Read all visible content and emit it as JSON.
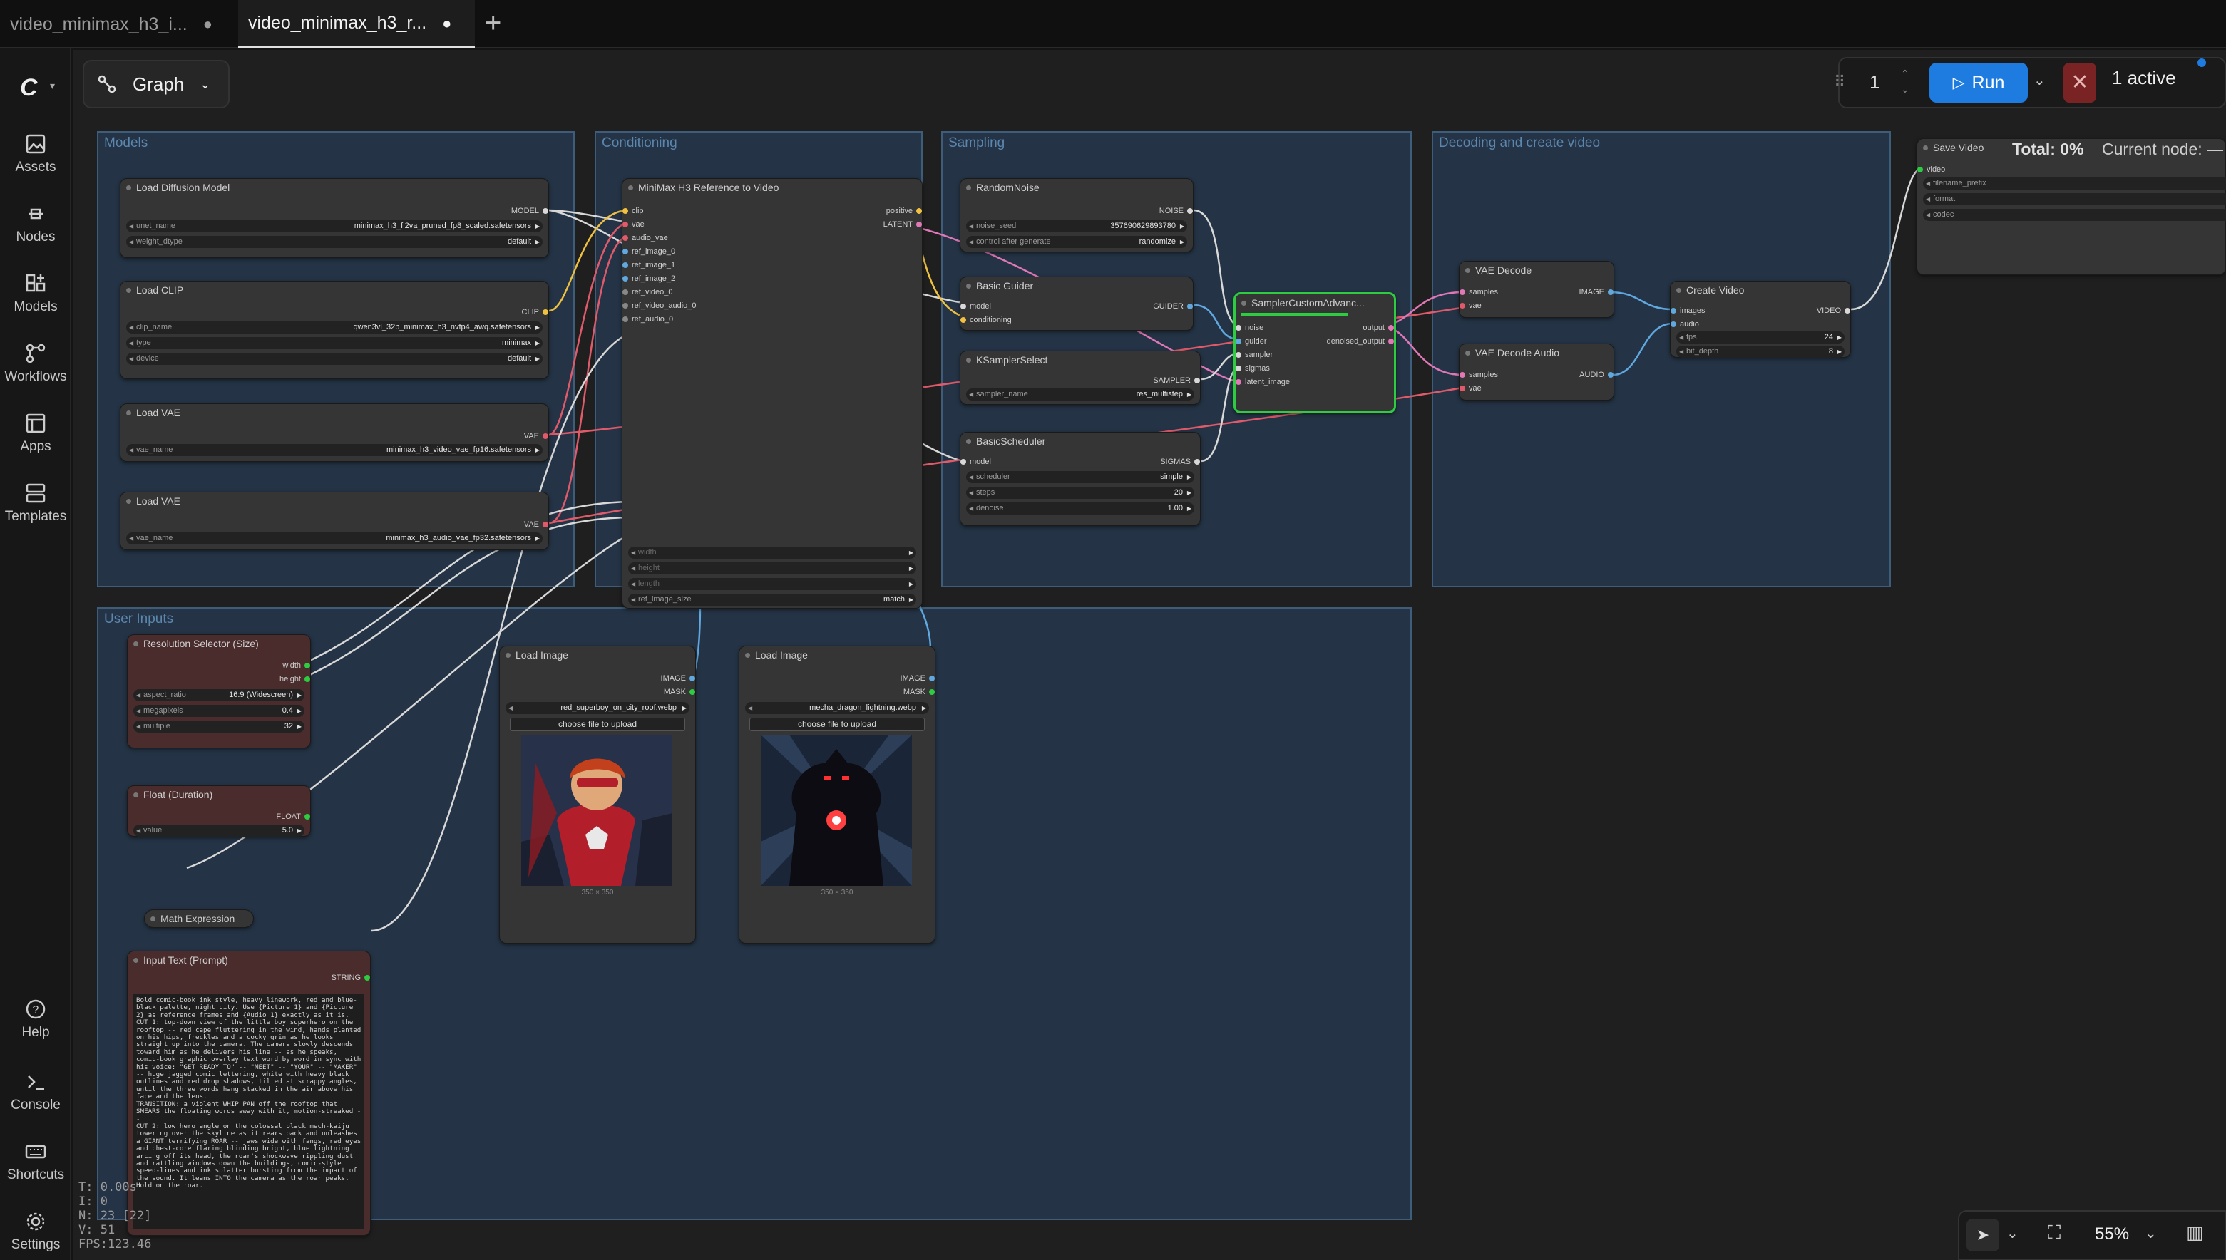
{
  "tabs": [
    {
      "label": "video_minimax_h3_i...",
      "dot": "●"
    },
    {
      "label": "video_minimax_h3_r...",
      "dot": "●"
    }
  ],
  "toolbar": {
    "graph_label": "Graph",
    "run_count": "1",
    "run_label": "Run",
    "active_label": "1 active",
    "total": "Total: 0%",
    "current_node": "Current node: —"
  },
  "sidebar": {
    "items": [
      "Assets",
      "Nodes",
      "Models",
      "Workflows",
      "Apps",
      "Templates",
      "Help",
      "Console",
      "Shortcuts",
      "Settings"
    ]
  },
  "groups": {
    "models": "Models",
    "conditioning": "Conditioning",
    "sampling": "Sampling",
    "decoding": "Decoding and create video",
    "inputs": "User Inputs"
  },
  "nodes": {
    "load_diffusion": {
      "title": "Load Diffusion Model",
      "out": "MODEL",
      "w1l": "unet_name",
      "w1v": "minimax_h3_fl2va_pruned_fp8_scaled.safetensors",
      "w2l": "weight_dtype",
      "w2v": "default"
    },
    "load_clip": {
      "title": "Load CLIP",
      "out": "CLIP",
      "w1l": "clip_name",
      "w1v": "qwen3vl_32b_minimax_h3_nvfp4_awq.safetensors",
      "w2l": "type",
      "w2v": "minimax",
      "w3l": "device",
      "w3v": "default"
    },
    "load_vae1": {
      "title": "Load VAE",
      "out": "VAE",
      "w1l": "vae_name",
      "w1v": "minimax_h3_video_vae_fp16.safetensors"
    },
    "load_vae2": {
      "title": "Load VAE",
      "out": "VAE",
      "w1l": "vae_name",
      "w1v": "minimax_h3_audio_vae_fp32.safetensors"
    },
    "minimax": {
      "title": "MiniMax H3 Reference to Video",
      "inputs": [
        "clip",
        "vae",
        "audio_vae",
        "ref_image_0",
        "ref_image_1",
        "ref_image_2",
        "ref_video_0",
        "ref_video_audio_0",
        "ref_audio_0"
      ],
      "out1": "positive",
      "out2": "LATENT",
      "width": "width",
      "height": "height",
      "length": "length",
      "wl": "ref_image_size",
      "wv": "match"
    },
    "random_noise": {
      "title": "RandomNoise",
      "out": "NOISE",
      "w1l": "noise_seed",
      "w1v": "357690629893780",
      "w2l": "control after generate",
      "w2v": "randomize"
    },
    "basic_guider": {
      "title": "Basic Guider",
      "in1": "model",
      "in2": "conditioning",
      "out": "GUIDER"
    },
    "ksampler_select": {
      "title": "KSamplerSelect",
      "out": "SAMPLER",
      "w1l": "sampler_name",
      "w1v": "res_multistep"
    },
    "basic_scheduler": {
      "title": "BasicScheduler",
      "in1": "model",
      "out": "SIGMAS",
      "w1l": "scheduler",
      "w1v": "simple",
      "w2l": "steps",
      "w2v": "20",
      "w3l": "denoise",
      "w3v": "1.00"
    },
    "sampler_custom": {
      "title": "SamplerCustomAdvanc...",
      "inputs": [
        "noise",
        "guider",
        "sampler",
        "sigmas",
        "latent_image"
      ],
      "out1": "output",
      "out2": "denoised_output"
    },
    "vae_decode": {
      "title": "VAE Decode",
      "in1": "samples",
      "in2": "vae",
      "out": "IMAGE"
    },
    "vae_decode_audio": {
      "title": "VAE Decode Audio",
      "in1": "samples",
      "in2": "vae",
      "out": "AUDIO"
    },
    "create_video": {
      "title": "Create Video",
      "in1": "images",
      "in2": "audio",
      "out": "VIDEO",
      "w1l": "fps",
      "w1v": "24",
      "w2l": "bit_depth",
      "w2v": "8"
    },
    "save_video": {
      "title": "Save Video",
      "in1": "video",
      "w1": "filename_prefix",
      "w2": "format",
      "w3": "codec"
    },
    "resolution": {
      "title": "Resolution Selector (Size)",
      "out1": "width",
      "out2": "height",
      "w1l": "aspect_ratio",
      "w1v": "16:9 (Widescreen)",
      "w2l": "megapixels",
      "w2v": "0.4",
      "w3l": "multiple",
      "w3v": "32"
    },
    "float": {
      "title": "Float (Duration)",
      "out": "FLOAT",
      "w1l": "value",
      "w1v": "5.0"
    },
    "math": {
      "title": "Math Expression"
    },
    "prompt": {
      "title": "Input Text (Prompt)",
      "out": "STRING",
      "text": "Bold comic-book ink style, heavy linework, red and blue-black palette, night city. Use {Picture 1} and {Picture 2} as reference frames and {Audio 1} exactly as it is.\nCUT 1: top-down view of the little boy superhero on the rooftop -- red cape fluttering in the wind, hands planted on his hips, freckles and a cocky grin as he looks straight up into the camera. The camera slowly descends toward him as he delivers his line -- as he speaks, comic-book graphic overlay text word by word in sync with his voice: \"GET READY TO\" -- \"MEET\" -- \"YOUR\" -- \"MAKER\" -- huge jagged comic lettering, white with heavy black outlines and red drop shadows, tilted at scrappy angles, until the three words hang stacked in the air above his face and the lens.\nTRANSITION: a violent WHIP PAN off the rooftop that SMEARS the floating words away with it, motion-streaked --\nCUT 2: low hero angle on the colossal black mech-kaiju towering over the skyline as it rears back and unleashes a GIANT terrifying ROAR -- jaws wide with fangs, red eyes and chest-core flaring blinding bright, blue lightning arcing off its head, the roar's shockwave rippling dust and rattling windows down the buildings, comic-style speed-lines and ink splatter bursting from the impact of the sound. It leans INTO the camera as the roar peaks. Hold on the roar."
    },
    "load_image1": {
      "title": "Load Image",
      "out1": "IMAGE",
      "out2": "MASK",
      "file": "red_superboy_on_city_roof.webp",
      "upload": "choose file to upload",
      "size": "350 × 350"
    },
    "load_image2": {
      "title": "Load Image",
      "out1": "IMAGE",
      "out2": "MASK",
      "file": "mecha_dragon_lightning.webp",
      "upload": "choose file to upload",
      "size": "350 × 350"
    }
  },
  "stats": {
    "t": "T: 0.00s",
    "i": "I: 0",
    "n": "N: 23 [22]",
    "v": "V: 51",
    "fps": "FPS:123.46"
  },
  "zoom": "55%",
  "colors": {
    "accent": "#1e7ce0",
    "group": "#243446",
    "group_border": "#3e5d7a",
    "link_red": "#e05a6a",
    "link_yellow": "#f0c040",
    "link_blue": "#60a8e0",
    "link_white": "#d8d8d8",
    "link_pink": "#e078b8",
    "selected": "#2ecc40"
  }
}
